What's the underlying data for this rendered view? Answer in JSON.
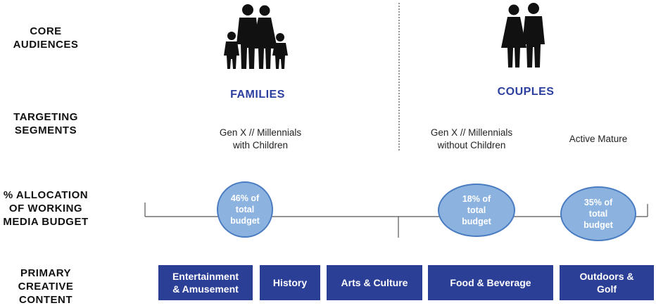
{
  "row_labels": {
    "core_audiences": "CORE\nAUDIENCES",
    "targeting_segments": "TARGETING\nSEGMENTS",
    "allocation": "% ALLOCATION\nOF WORKING\nMEDIA BUDGET",
    "creative_content": "PRIMARY\nCREATIVE\nCONTENT"
  },
  "audiences": {
    "families": {
      "title": "FAMILIES",
      "icon": "family-icon"
    },
    "couples": {
      "title": "COUPLES",
      "icon": "couple-icon"
    }
  },
  "segments": {
    "families_genx": "Gen X // Millennials\nwith Children",
    "couples_genx": "Gen X // Millennials\nwithout Children",
    "active_mature": "Active Mature"
  },
  "allocations": [
    {
      "label": "46% of\ntotal\nbudget",
      "value_percent": 46
    },
    {
      "label": "18% of\ntotal\nbudget",
      "value_percent": 18
    },
    {
      "label": "35% of\ntotal\nbudget",
      "value_percent": 35
    }
  ],
  "content": [
    "Entertainment\n& Amusement",
    "History",
    "Arts & Culture",
    "Food & Beverage",
    "Outdoors &\nGolf"
  ],
  "colors": {
    "navy": "#2c3f97",
    "title_blue": "#2b3f9e",
    "bubble_fill": "#8cb3e0",
    "bubble_border": "#4a7cc2"
  }
}
